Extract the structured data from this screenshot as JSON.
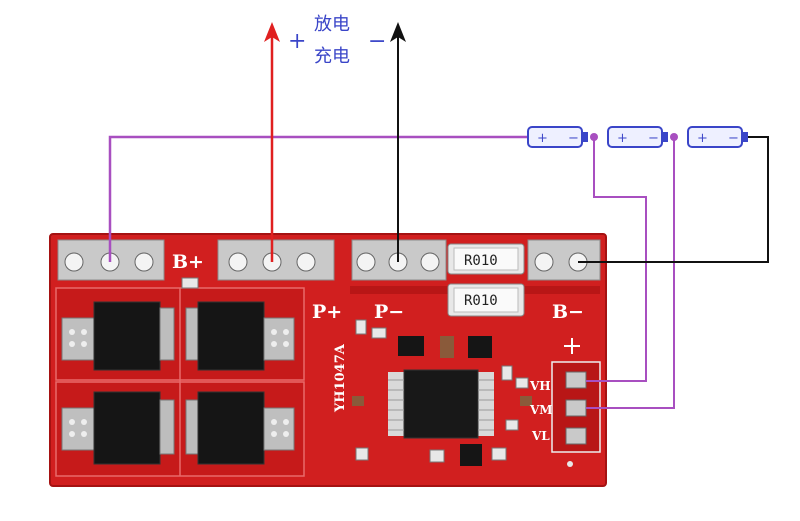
{
  "labels": {
    "plus_sign": "+",
    "minus_sign": "−",
    "discharge": "放电",
    "charge": "充电"
  },
  "board": {
    "model": "YH1047A",
    "terminals": {
      "b_plus": "B+",
      "p_plus": "P+",
      "p_minus": "P−",
      "b_minus": "B−"
    },
    "resistors": [
      "R010",
      "R010"
    ],
    "balance_pins": [
      "VH",
      "VM",
      "VL"
    ]
  },
  "colors": {
    "pcb": "#d11f1f",
    "positive_wire": "#e02020",
    "negative_wire": "#111111",
    "balance_wire": "#a84fc0",
    "cell": "#3a45c8"
  }
}
